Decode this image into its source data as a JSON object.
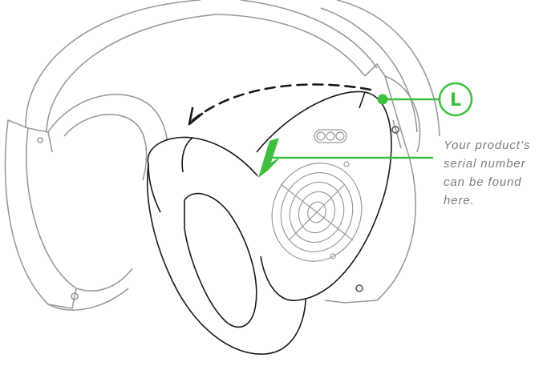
{
  "side_label": {
    "text": "L",
    "color": "#3fbf3f"
  },
  "caption": {
    "lines": [
      "Your product’s",
      "serial number",
      "can be found",
      "here."
    ]
  },
  "colors": {
    "accent_green": "#3fbf3f",
    "line_art": "#9a9a9a",
    "dark_outline": "#1a1a1a",
    "caption_text": "#7d7d7d"
  },
  "icons": {
    "rotate_arrow": "dashed-curved-arrow-left-icon"
  }
}
